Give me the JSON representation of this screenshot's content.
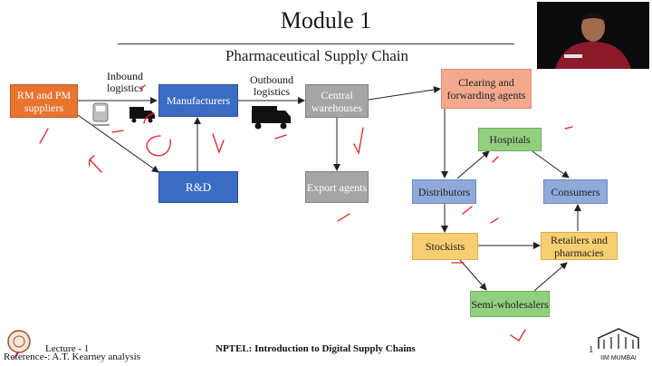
{
  "slide": {
    "title": "Module 1",
    "subtitle": "Pharmaceutical Supply Chain"
  },
  "nodes": {
    "rm_pm_suppliers": "RM and PM suppliers",
    "manufacturers": "Manufacturers",
    "rnd": "R&D",
    "central_warehouses": "Central warehouses",
    "export_agents": "Export agents",
    "clearing_forwarding": "Clearing and forwarding agents",
    "hospitals": "Hospitals",
    "distributors": "Distributors",
    "consumers": "Consumers",
    "stockists": "Stockists",
    "retailers_pharmacies": "Retailers and pharmacies",
    "semi_wholesalers": "Semi-wholesalers"
  },
  "labels": {
    "inbound": "Inbound logistics",
    "outbound": "Outbound logistics"
  },
  "footer": {
    "lecture": "Lecture - 1",
    "reference": "Reference-: A.T. Kearney analysis",
    "course": "NPTEL: Introduction to Digital Supply Chains",
    "page": "1"
  },
  "logo": {
    "text": "IIM MUMBAI"
  },
  "colors": {
    "orange": "#e8742f",
    "blue": "#3b6cc4",
    "grey": "#a5a5a5",
    "salmon": "#f2a98e",
    "green": "#92cf7f",
    "steel": "#8fa9d8",
    "amber": "#f7cf72",
    "annotation": "#e0202a"
  }
}
